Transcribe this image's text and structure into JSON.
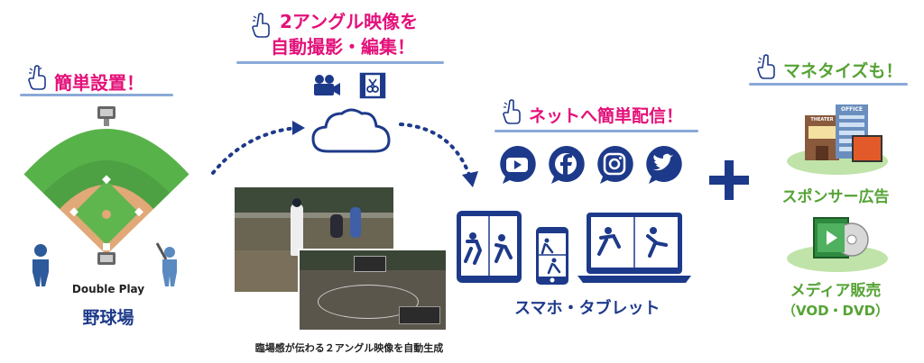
{
  "left": {
    "heading": "簡単設置！",
    "double_play": "Double Play",
    "label": "野球場"
  },
  "top": {
    "heading_line1": "2アングル映像を",
    "heading_line2": "自動撮影・編集！"
  },
  "center": {
    "caption": "臨場感が伝わる２アングル映像を自動生成"
  },
  "net": {
    "heading": "ネットへ簡単配信！",
    "devices_label": "スマホ・タブレット"
  },
  "right": {
    "heading": "マネタイズも！",
    "sponsor_label": "スポンサー広告",
    "sponsor_sign_theater": "THEATER",
    "sponsor_sign_office": "OFFICE",
    "media_label": "メディア販売",
    "media_sub": "（VOD・DVD）"
  },
  "icons": [
    "pointing-hand-icon",
    "video-camera-icon",
    "film-edit-icon",
    "cloud-icon",
    "youtube-icon",
    "facebook-icon",
    "instagram-icon",
    "twitter-icon",
    "plus-icon"
  ],
  "colors": {
    "pink": "#e4117a",
    "green": "#55a335",
    "navy": "#1d3a8a",
    "accent_line": "#8aa9d6"
  }
}
